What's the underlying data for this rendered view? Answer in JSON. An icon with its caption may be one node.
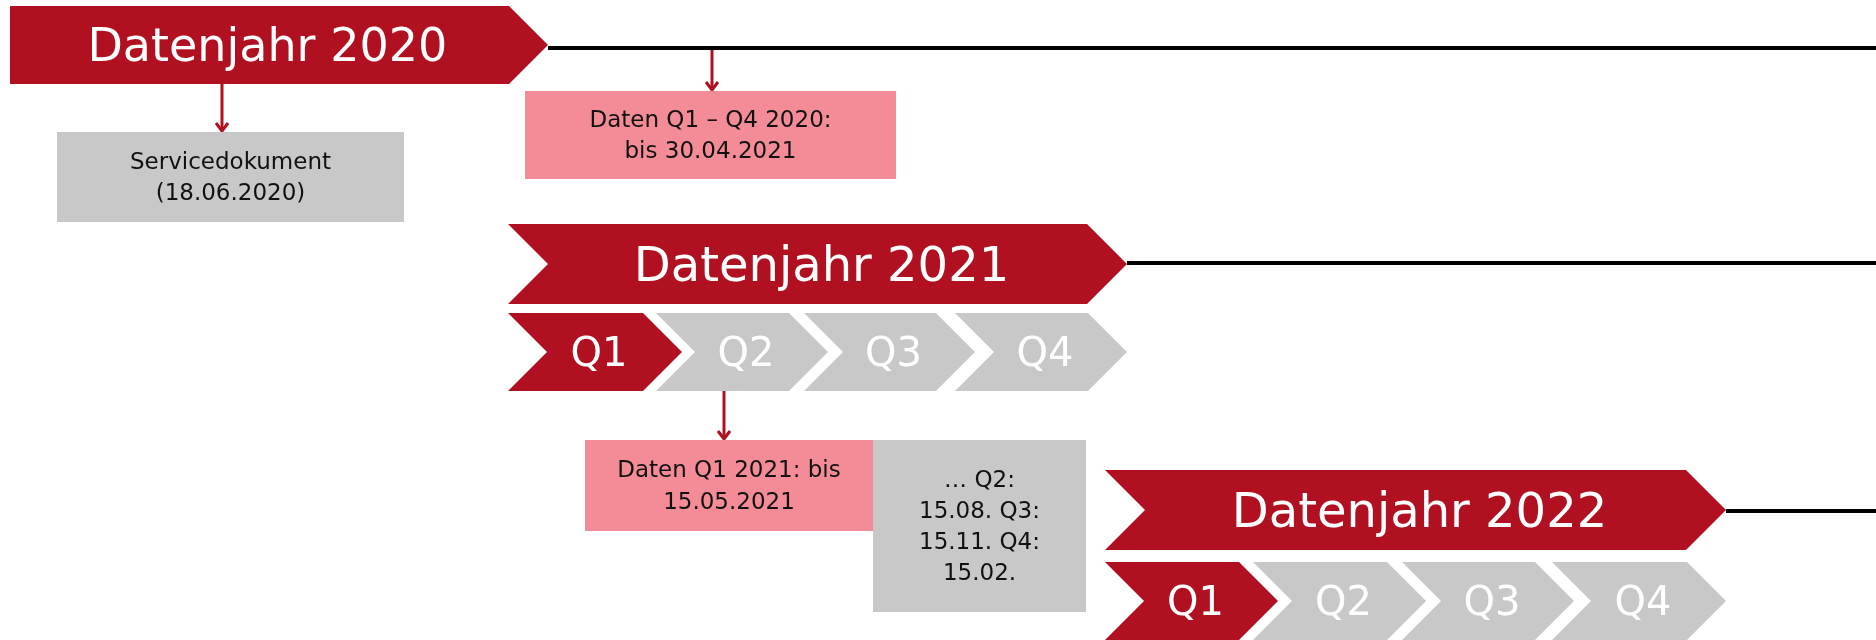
{
  "diagram": {
    "nodes": [
      {
        "text": [
          "Datenjahr 2020"
        ]
      },
      {
        "text": [
          "Servicedokument (18.06.2020)"
        ]
      },
      {
        "text": [
          "Daten Q1 – Q4 2020: bis 30.04.2021"
        ]
      },
      {
        "text": [
          "Datenjahr 2021"
        ]
      },
      {
        "text": [
          "Q1"
        ]
      },
      {
        "text": [
          "Q2"
        ]
      },
      {
        "text": [
          "Q3"
        ]
      },
      {
        "text": [
          "Q4"
        ]
      },
      {
        "text": [
          "Daten Q1 2021: bis 15.05.2021"
        ]
      },
      {
        "text": [
          "… Q2: 15.08. Q3: 15.11. Q4: 15.02."
        ]
      },
      {
        "text": [
          "Datenjahr 2022"
        ]
      },
      {
        "text": [
          "Q1"
        ]
      },
      {
        "text": [
          "Q2"
        ]
      },
      {
        "text": [
          "Q3"
        ]
      },
      {
        "text": [
          "Q4"
        ]
      }
    ],
    "edges": [
      {
        "from": 0,
        "to": 1,
        "arrow": "to"
      },
      {
        "from": null,
        "to": 2,
        "arrow": "to"
      },
      {
        "from": 5,
        "to": 8,
        "arrow": "to"
      }
    ]
  }
}
